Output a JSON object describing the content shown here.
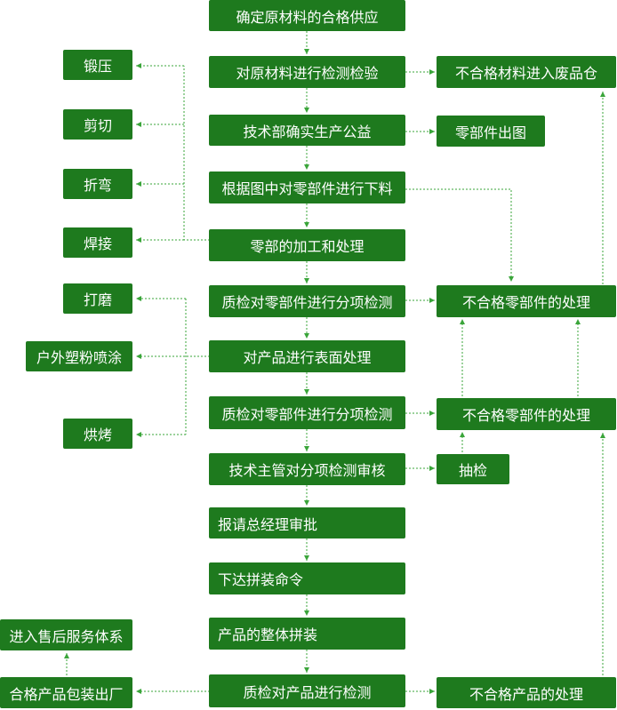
{
  "colors": {
    "box": "#1e7a1e",
    "text": "#ffffff",
    "arrow": "#3aa53a"
  },
  "nodes": {
    "m1": "确定原材料的合格供应",
    "m2": "对原材料进行检测检验",
    "m3": "技术部确实生产公益",
    "m4": "根据图中对零部件进行下料",
    "m5": "零部的加工和处理",
    "m6": "质检对零部件进行分项检测",
    "m7": "对产品进行表面处理",
    "m8": "质检对零部件进行分项检测",
    "m9": "技术主管对分项检测审核",
    "m10": "报请总经理审批",
    "m11": "下达拼装命令",
    "m12": "产品的整体拼装",
    "m13": "质检对产品进行检测",
    "r1": "不合格材料进入废品仓",
    "r2": "零部件出图",
    "r3": "不合格零部件的处理",
    "r4": "不合格零部件的处理",
    "r5": "抽检",
    "r6": "不合格产品的处理",
    "l1": "锻压",
    "l2": "剪切",
    "l3": "折弯",
    "l4": "焊接",
    "l5": "打磨",
    "l6": "户外塑粉喷涂",
    "l7": "烘烤",
    "l8": "进入售后服务体系",
    "l9": "合格产品包装出厂"
  }
}
